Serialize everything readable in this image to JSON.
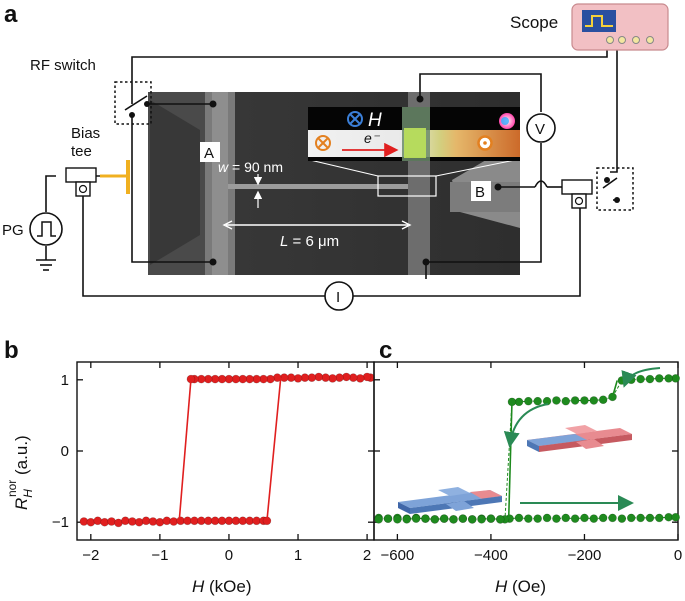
{
  "panels": {
    "a": "a",
    "b": "b",
    "c": "c"
  },
  "diagram": {
    "scope_label": "Scope",
    "rf_switch_label": "RF switch",
    "bias_tee_label_1": "Bias",
    "bias_tee_label_2": "tee",
    "pg_label": "PG",
    "voltmeter_label": "V",
    "ammeter_label": "I",
    "node_a": "A",
    "node_b": "B",
    "width_text_italic": "w",
    "width_text_rest": " = 90 nm",
    "length_text_italic": "L",
    "length_text_rest": " = 6 μm",
    "field_symbol": "⊗",
    "field_label": "H",
    "electron_label": "e⁻"
  },
  "chart_data": [
    {
      "panel": "b",
      "type": "scatter",
      "xlabel_italic": "H",
      "xlabel_rest": " (kOe)",
      "ylabel_main": "R",
      "ylabel_sub": "H",
      "ylabel_sup": "nor",
      "ylabel_unit": " (a.u.)",
      "xlim": [
        -2.2,
        2.1
      ],
      "ylim": [
        -1.25,
        1.25
      ],
      "xticks": [
        -2,
        -1,
        0,
        1,
        2
      ],
      "xtick_labels": [
        "−2",
        "−1",
        "0",
        "1",
        "2"
      ],
      "yticks": [
        -1,
        0,
        1
      ],
      "ytick_labels": [
        "−1",
        "0",
        "1"
      ],
      "marker_color": "#e01f1f",
      "series": [
        {
          "x": [
            -2.1,
            -2.0,
            -1.9,
            -1.8,
            -1.7,
            -1.6,
            -1.5,
            -1.4,
            -1.3,
            -1.2,
            -1.1,
            -1.0,
            -0.9,
            -0.8,
            -0.7,
            -0.6,
            -0.5,
            -0.4,
            -0.3,
            -0.2,
            -0.1,
            0.0,
            0.1,
            0.2,
            0.3,
            0.4,
            0.5,
            0.55
          ],
          "y": [
            -0.99,
            -1.0,
            -0.98,
            -1.0,
            -0.99,
            -1.01,
            -0.98,
            -0.99,
            -1.0,
            -0.98,
            -0.99,
            -1.0,
            -0.98,
            -0.99,
            -0.98,
            -0.98,
            -0.98,
            -0.98,
            -0.98,
            -0.98,
            -0.98,
            -0.98,
            -0.98,
            -0.98,
            -0.98,
            -0.98,
            -0.98,
            -0.98
          ]
        },
        {
          "x": [
            2.05,
            2.0,
            1.9,
            1.8,
            1.7,
            1.6,
            1.5,
            1.4,
            1.3,
            1.2,
            1.1,
            1.0,
            0.9,
            0.8,
            0.7,
            0.6,
            0.5,
            0.4,
            0.3,
            0.2,
            0.1,
            0.0,
            -0.1,
            -0.2,
            -0.3,
            -0.4,
            -0.5,
            -0.55
          ],
          "y": [
            1.03,
            1.04,
            1.02,
            1.03,
            1.04,
            1.03,
            1.02,
            1.03,
            1.04,
            1.03,
            1.03,
            1.02,
            1.03,
            1.03,
            1.03,
            1.01,
            1.01,
            1.01,
            1.01,
            1.01,
            1.01,
            1.01,
            1.01,
            1.01,
            1.01,
            1.01,
            1.01,
            1.01
          ]
        }
      ],
      "switching_lines": [
        {
          "x": [
            -0.72,
            -0.55
          ],
          "y": [
            -0.98,
            1.01
          ]
        },
        {
          "x": [
            0.55,
            0.75
          ],
          "y": [
            -0.98,
            1.03
          ]
        }
      ]
    },
    {
      "panel": "c",
      "type": "scatter",
      "xlabel_italic": "H",
      "xlabel_rest": " (Oe)",
      "xlim": [
        -650,
        0
      ],
      "ylim": [
        -1.25,
        1.25
      ],
      "xticks": [
        -600,
        -400,
        -200,
        0
      ],
      "xtick_labels": [
        "−600",
        "−400",
        "−200",
        "0"
      ],
      "marker_color": "#1e8a1e",
      "series": [
        {
          "x": [
            -640,
            -620,
            -600,
            -580,
            -560,
            -540,
            -520,
            -500,
            -480,
            -460,
            -440,
            -420,
            -400,
            -380,
            -360,
            -340,
            -320,
            -300,
            -280,
            -260,
            -240,
            -220,
            -200,
            -180,
            -160,
            -140,
            -120,
            -100,
            -80,
            -60,
            -40,
            -20,
            -5
          ],
          "y": [
            -0.94,
            -0.95,
            -0.94,
            -0.95,
            -0.94,
            -0.95,
            -0.96,
            -0.95,
            -0.96,
            -0.95,
            -0.96,
            -0.95,
            -0.95,
            -0.96,
            -0.95,
            -0.94,
            -0.95,
            -0.95,
            -0.94,
            -0.95,
            -0.94,
            -0.95,
            -0.94,
            -0.95,
            -0.94,
            -0.94,
            -0.95,
            -0.94,
            -0.94,
            -0.94,
            -0.94,
            -0.93,
            -0.93
          ]
        },
        {
          "x": [
            -5,
            -20,
            -40,
            -60,
            -80,
            -100,
            -120,
            -140,
            -160,
            -180,
            -200,
            -220,
            -240,
            -260,
            -280,
            -300,
            -320,
            -340,
            -355,
            -370,
            -380,
            -400,
            -420,
            -440,
            -460,
            -480,
            -500,
            -520,
            -540,
            -560,
            -580,
            -600,
            -620,
            -640
          ],
          "y": [
            1.02,
            1.02,
            1.02,
            1.01,
            1.01,
            1.0,
            0.99,
            0.76,
            0.72,
            0.71,
            0.71,
            0.71,
            0.7,
            0.71,
            0.7,
            0.7,
            0.7,
            0.69,
            0.69,
            -0.96,
            -0.96,
            -0.95,
            -0.96,
            -0.96,
            -0.95,
            -0.96,
            -0.95,
            -0.96,
            -0.95,
            -0.95,
            -0.96,
            -0.96,
            -0.95,
            -0.96
          ]
        }
      ],
      "switching_lines": [
        {
          "x": [
            -140,
            -130
          ],
          "y": [
            0.76,
            0.99
          ]
        },
        {
          "x": [
            -355,
            -362
          ],
          "y": [
            0.69,
            -0.95
          ]
        }
      ]
    }
  ]
}
